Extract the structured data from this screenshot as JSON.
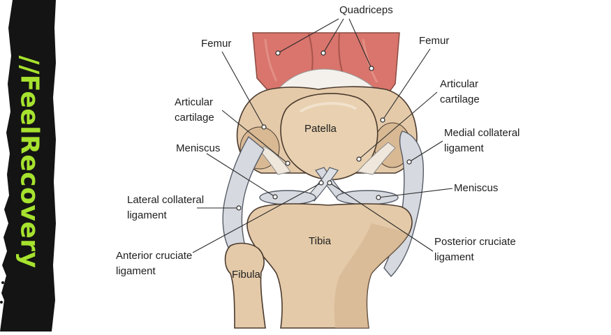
{
  "brand": {
    "text": "//FeelRecovery",
    "band_color": "#141414",
    "text_color": "#a6e22e"
  },
  "labels": {
    "quadriceps": "Quadriceps",
    "femur_left": "Femur",
    "femur_right": "Femur",
    "articular_cartilage_left": "Articular cartilage",
    "articular_cartilage_right": "Articular cartilage",
    "patella": "Patella",
    "meniscus_left": "Meniscus",
    "meniscus_right": "Meniscus",
    "medial_collateral_ligament": "Medial collateral ligament",
    "lateral_collateral_ligament": "Lateral collateral ligament",
    "tibia": "Tibia",
    "fibula": "Fibula",
    "anterior_cruciate_ligament": "Anterior cruciate ligament",
    "posterior_cruciate_ligament": "Posterior cruciate ligament"
  },
  "colors": {
    "muscle": "#d9756c",
    "bone": "#e4caa9",
    "bone_dark": "#c9a67f",
    "ligament": "#d6d9df",
    "cartilage": "#efe7dc",
    "outline": "#4a3a2e"
  }
}
